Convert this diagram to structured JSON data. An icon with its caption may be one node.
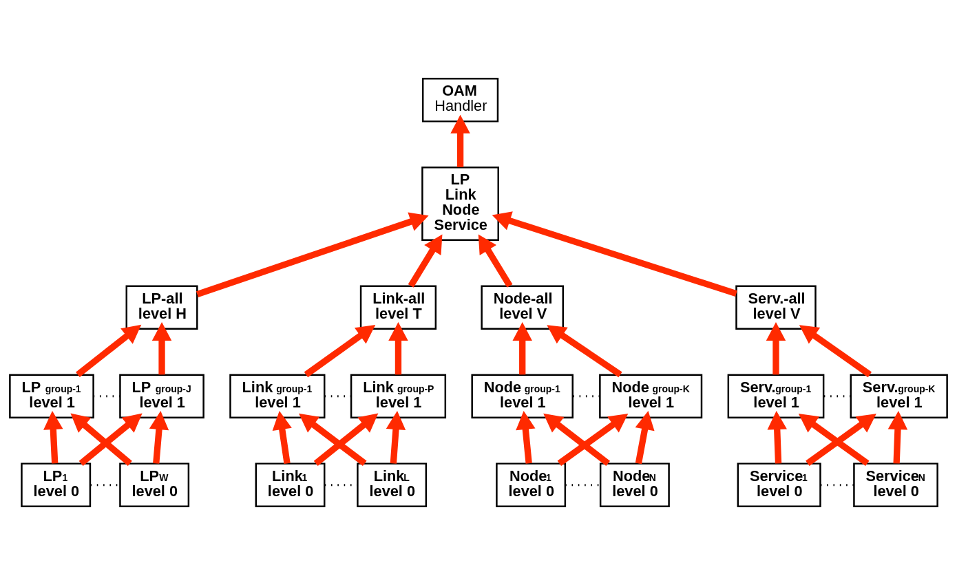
{
  "diagram": {
    "nodes": [
      {
        "text": [
          "OAM",
          "Handler"
        ]
      },
      {
        "text": [
          "LP",
          "Link",
          "Node",
          "Service"
        ]
      },
      {
        "text": [
          "LP-all",
          "level H"
        ]
      },
      {
        "text": [
          "Link-all",
          "level T"
        ]
      },
      {
        "text": [
          "Node-all",
          "level V"
        ]
      },
      {
        "text": [
          "Serv.-all",
          "level V"
        ]
      },
      {
        "text": [
          "LP $_{group-1}$",
          "level 1"
        ]
      },
      {
        "text": [
          "LP $_{group-J}$",
          "level 1"
        ]
      },
      {
        "text": [
          "Link $_{group-1}$",
          "level 1"
        ]
      },
      {
        "text": [
          "Link $_{group-P}$",
          "level 1"
        ]
      },
      {
        "text": [
          "Node $_{group-1}$",
          "level 1"
        ]
      },
      {
        "text": [
          "Node $_{group-K}$",
          "level 1"
        ]
      },
      {
        "text": [
          "Serv.$_{group-1}$",
          "level 1"
        ]
      },
      {
        "text": [
          "Serv.$_{group-K}$",
          "level 1"
        ]
      },
      {
        "text": [
          "LP$_{1}$",
          "level 0"
        ]
      },
      {
        "text": [
          "LP$_{W}$",
          "level 0"
        ]
      },
      {
        "text": [
          "Link$_{1}$",
          "level 0"
        ]
      },
      {
        "text": [
          "Link$_{L}$",
          "level 0"
        ]
      },
      {
        "text": [
          "Node$_{1}$",
          "level 0"
        ]
      },
      {
        "text": [
          "Node$_{N}$",
          "level 0"
        ]
      },
      {
        "text": [
          "Service$_{1}$",
          "level 0"
        ]
      },
      {
        "text": [
          "Service$_{N}$",
          "level 0"
        ]
      }
    ],
    "edges": [
      {
        "from": 1,
        "to": 0,
        "arrow": "to"
      },
      {
        "from": 2,
        "to": 1,
        "arrow": "to"
      },
      {
        "from": 3,
        "to": 1,
        "arrow": "to"
      },
      {
        "from": 4,
        "to": 1,
        "arrow": "to"
      },
      {
        "from": 5,
        "to": 1,
        "arrow": "to"
      },
      {
        "from": 6,
        "to": 2,
        "arrow": "to"
      },
      {
        "from": 7,
        "to": 2,
        "arrow": "to"
      },
      {
        "from": 8,
        "to": 3,
        "arrow": "to"
      },
      {
        "from": 9,
        "to": 3,
        "arrow": "to"
      },
      {
        "from": 10,
        "to": 4,
        "arrow": "to"
      },
      {
        "from": 11,
        "to": 4,
        "arrow": "to"
      },
      {
        "from": 12,
        "to": 5,
        "arrow": "to"
      },
      {
        "from": 13,
        "to": 5,
        "arrow": "to"
      },
      {
        "from": 6,
        "to": 7,
        "arrow": "none",
        "style": "dashed",
        "color": "#000000"
      },
      {
        "from": 8,
        "to": 9,
        "arrow": "none",
        "style": "dashed",
        "color": "#000000"
      },
      {
        "from": 10,
        "to": 11,
        "arrow": "none",
        "style": "dashed",
        "color": "#000000"
      },
      {
        "from": 12,
        "to": 13,
        "arrow": "none",
        "style": "dashed",
        "color": "#000000"
      },
      {
        "from": 14,
        "to": 6,
        "arrow": "to"
      },
      {
        "from": 14,
        "to": 7,
        "arrow": "to"
      },
      {
        "from": 15,
        "to": 6,
        "arrow": "to"
      },
      {
        "from": 15,
        "to": 7,
        "arrow": "to"
      },
      {
        "from": 16,
        "to": 8,
        "arrow": "to"
      },
      {
        "from": 16,
        "to": 9,
        "arrow": "to"
      },
      {
        "from": 17,
        "to": 8,
        "arrow": "to"
      },
      {
        "from": 17,
        "to": 9,
        "arrow": "to"
      },
      {
        "from": 18,
        "to": 10,
        "arrow": "to"
      },
      {
        "from": 18,
        "to": 11,
        "arrow": "to"
      },
      {
        "from": 19,
        "to": 10,
        "arrow": "to"
      },
      {
        "from": 19,
        "to": 11,
        "arrow": "to"
      },
      {
        "from": 20,
        "to": 12,
        "arrow": "to"
      },
      {
        "from": 20,
        "to": 13,
        "arrow": "to"
      },
      {
        "from": 21,
        "to": 12,
        "arrow": "to"
      },
      {
        "from": 21,
        "to": 13,
        "arrow": "to"
      },
      {
        "from": 14,
        "to": 15,
        "arrow": "none",
        "style": "dashed",
        "color": "#000000"
      },
      {
        "from": 16,
        "to": 17,
        "arrow": "none",
        "style": "dashed",
        "color": "#000000"
      },
      {
        "from": 18,
        "to": 19,
        "arrow": "none",
        "style": "dashed",
        "color": "#000000"
      },
      {
        "from": 20,
        "to": 21,
        "arrow": "none",
        "style": "dashed",
        "color": "#000000"
      }
    ]
  }
}
